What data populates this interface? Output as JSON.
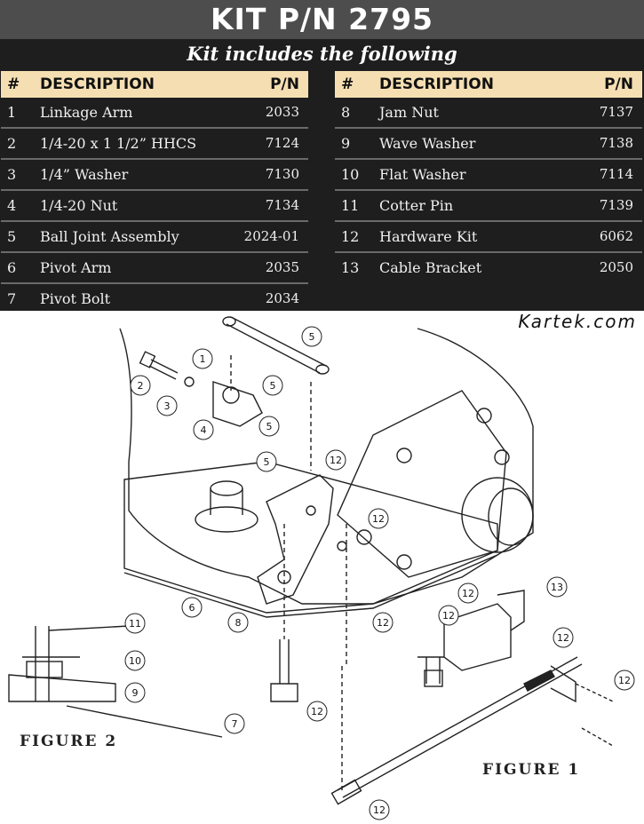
{
  "title": "KIT P/N 2795",
  "subtitle": "Kit includes the following",
  "headers": {
    "num": "#",
    "desc": "DESCRIPTION",
    "pn": "P/N"
  },
  "left_parts": [
    {
      "num": "1",
      "desc": "Linkage Arm",
      "pn": "2033"
    },
    {
      "num": "2",
      "desc": "1/4-20 x 1 1/2” HHCS",
      "pn": "7124"
    },
    {
      "num": "3",
      "desc": "1/4” Washer",
      "pn": "7130"
    },
    {
      "num": "4",
      "desc": "1/4-20 Nut",
      "pn": "7134"
    },
    {
      "num": "5",
      "desc": "Ball Joint Assembly",
      "pn": "2024-01"
    },
    {
      "num": "6",
      "desc": "Pivot Arm",
      "pn": "2035"
    },
    {
      "num": "7",
      "desc": "Pivot Bolt",
      "pn": "2034"
    }
  ],
  "right_parts": [
    {
      "num": "8",
      "desc": "Jam Nut",
      "pn": "7137"
    },
    {
      "num": "9",
      "desc": "Wave Washer",
      "pn": "7138"
    },
    {
      "num": "10",
      "desc": "Flat Washer",
      "pn": "7114"
    },
    {
      "num": "11",
      "desc": "Cotter Pin",
      "pn": "7139"
    },
    {
      "num": "12",
      "desc": "Hardware Kit",
      "pn": "6062"
    },
    {
      "num": "13",
      "desc": "Cable Bracket",
      "pn": "2050"
    }
  ],
  "brand": "Kartek.com",
  "figures": {
    "fig1": "FIGURE 1",
    "fig2": "FIGURE 2"
  },
  "callouts": [
    "1",
    "2",
    "3",
    "4",
    "5",
    "5",
    "5",
    "5",
    "6",
    "7",
    "8",
    "9",
    "10",
    "11",
    "12",
    "12",
    "12",
    "12",
    "12",
    "12",
    "12",
    "12",
    "12",
    "13"
  ]
}
